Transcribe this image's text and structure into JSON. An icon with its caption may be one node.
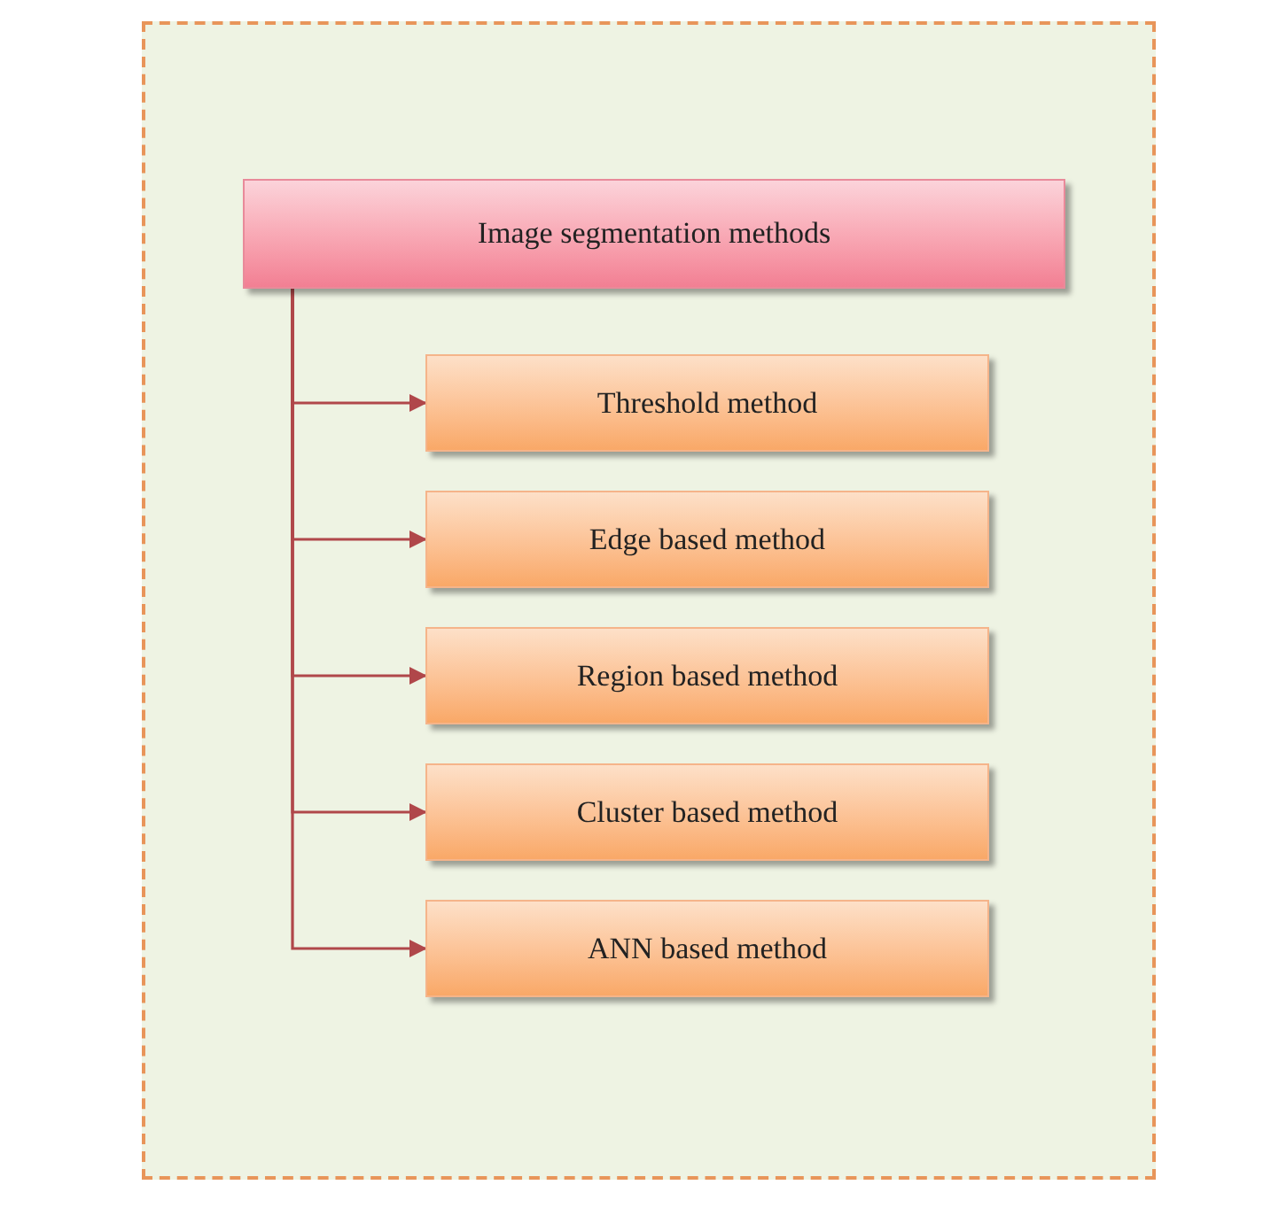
{
  "diagram": {
    "nodes": [
      {
        "text": [
          "Image segmentation methods"
        ]
      },
      {
        "text": [
          "Threshold method"
        ]
      },
      {
        "text": [
          "Edge based method"
        ]
      },
      {
        "text": [
          "Region based method"
        ]
      },
      {
        "text": [
          "Cluster based method"
        ]
      },
      {
        "text": [
          "ANN based method"
        ]
      }
    ],
    "edges": [
      {
        "from": 0,
        "to": 1,
        "arrow": "to"
      },
      {
        "from": 0,
        "to": 2,
        "arrow": "to"
      },
      {
        "from": 0,
        "to": 3,
        "arrow": "to"
      },
      {
        "from": 0,
        "to": 4,
        "arrow": "to"
      },
      {
        "from": 0,
        "to": 5,
        "arrow": "to"
      }
    ]
  }
}
